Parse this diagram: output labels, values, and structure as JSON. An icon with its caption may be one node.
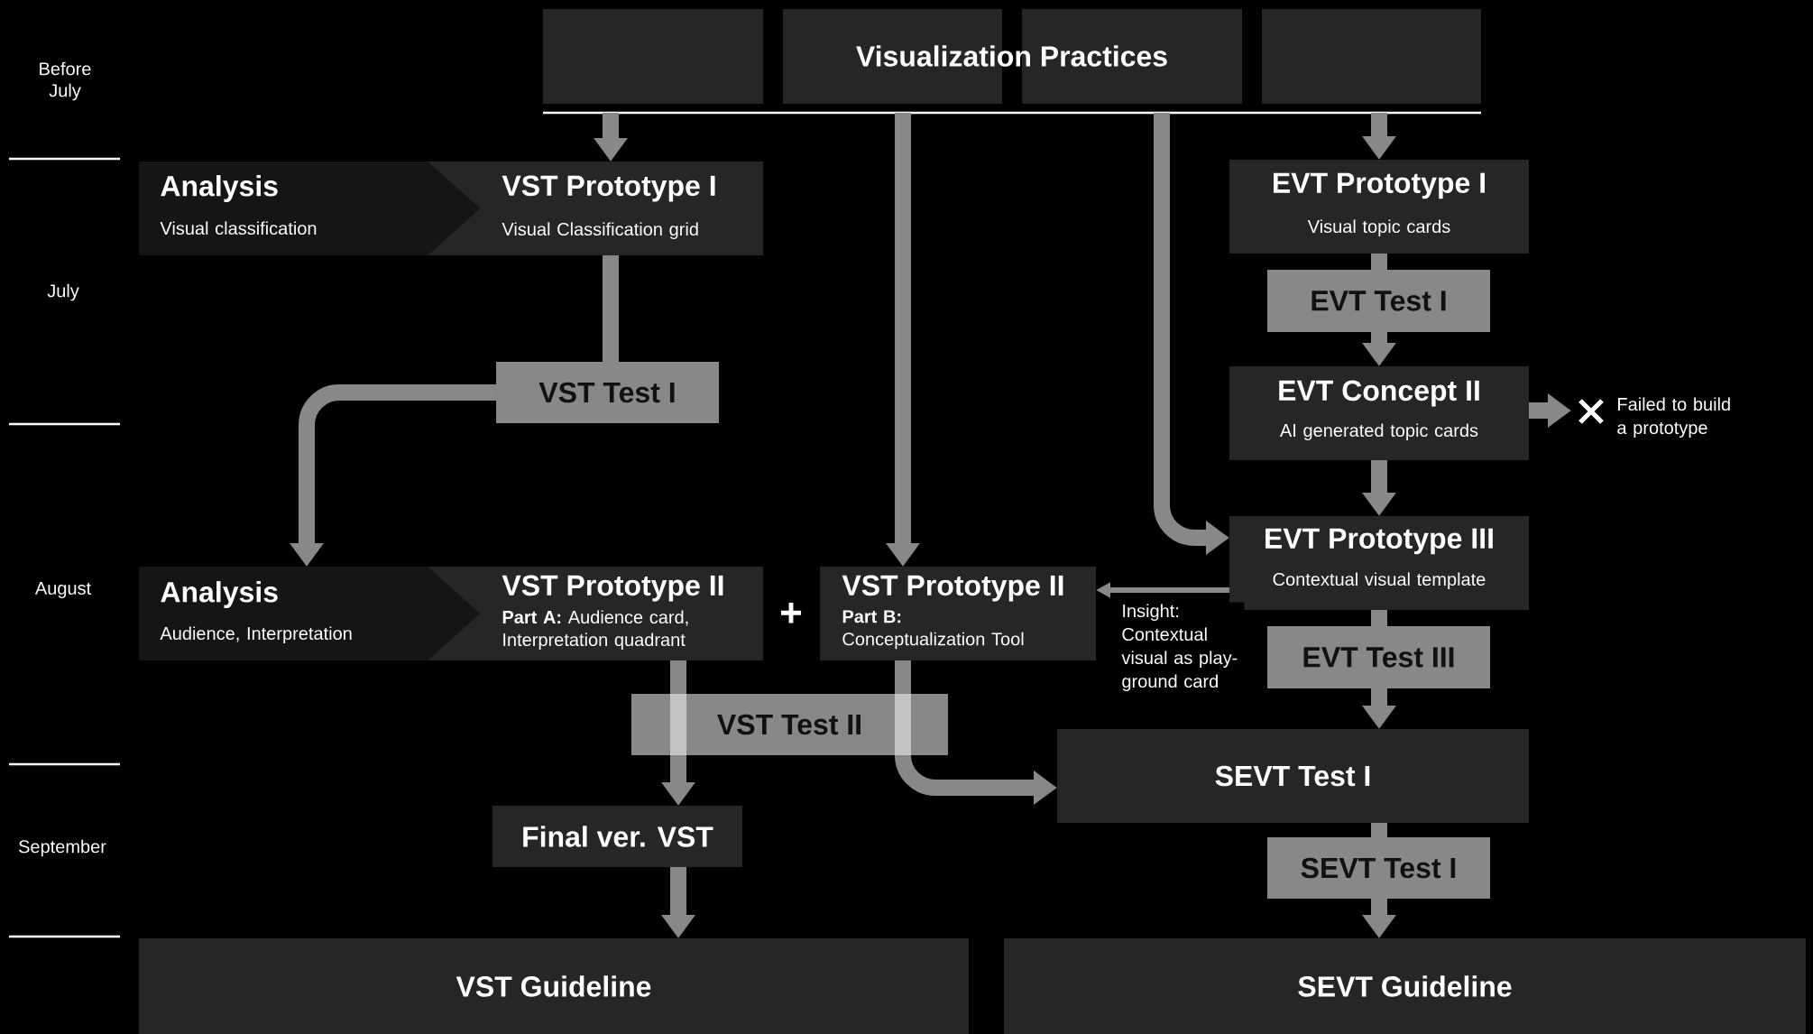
{
  "diagram": {
    "nodes": [
      {
        "text": [
          "Visualization Practices"
        ]
      },
      {
        "text": [],
        "shape": "box"
      },
      {
        "text": [],
        "shape": "box"
      },
      {
        "text": [],
        "shape": "box"
      },
      {
        "text": [],
        "shape": "box"
      },
      {
        "text": [
          "Analysis",
          "Visual classification"
        ]
      },
      {
        "text": [
          "VST Prototype I",
          "Visual Classification grid"
        ]
      },
      {
        "text": [
          "VST Test I"
        ]
      },
      {
        "text": [
          "EVT Prototype I",
          "Visual topic cards"
        ]
      },
      {
        "text": [
          "EVT Test I"
        ]
      },
      {
        "text": [
          "EVT Concept II",
          "AI generated topic cards"
        ]
      },
      {
        "text": [],
        "shape": "cross",
        "beside": [
          "Failed to build a prototype"
        ]
      },
      {
        "text": [
          "EVT Prototype III",
          "Contextual visual template"
        ]
      },
      {
        "text": [
          "Analysis",
          "Audience, Interpretation"
        ]
      },
      {
        "text": [
          "VST Prototype II",
          "**Part A:** Audience card, Interpretation quadrant"
        ]
      },
      {
        "text": [
          "VST Prototype II",
          "**Part B:** Conceptualization Tool"
        ]
      },
      {
        "text": [
          "EVT Test III"
        ]
      },
      {
        "text": [
          "VST Test II"
        ]
      },
      {
        "text": [
          "SEVT Test I"
        ]
      },
      {
        "text": [
          "Final ver. VST"
        ]
      },
      {
        "text": [
          "SEVT Test I"
        ]
      },
      {
        "text": [
          "VST Guideline"
        ]
      },
      {
        "text": [
          "SEVT Guideline"
        ]
      }
    ],
    "edges": [
      {
        "from": 0,
        "to": 6,
        "arrow": "to"
      },
      {
        "from": 0,
        "to": 15,
        "arrow": "to"
      },
      {
        "from": 0,
        "to": 12,
        "arrow": "to"
      },
      {
        "from": 0,
        "to": 8,
        "arrow": "to"
      },
      {
        "from": 6,
        "to": 7,
        "arrow": "none"
      },
      {
        "from": 7,
        "to": 13,
        "arrow": "to"
      },
      {
        "from": 8,
        "to": 9,
        "arrow": "none"
      },
      {
        "from": 9,
        "to": 10,
        "arrow": "to"
      },
      {
        "from": 10,
        "to": 11,
        "arrow": "to"
      },
      {
        "from": 10,
        "to": 12,
        "arrow": "to"
      },
      {
        "from": 12,
        "to": 16,
        "arrow": "none"
      },
      {
        "from": 16,
        "to": 18,
        "arrow": "to"
      },
      {
        "from": 12,
        "to": 15,
        "arrow": "to",
        "label": "Insight: Contextual visual as play-ground card"
      },
      {
        "from": 14,
        "to": 17,
        "arrow": "none"
      },
      {
        "from": 17,
        "to": 19,
        "arrow": "to"
      },
      {
        "from": 15,
        "to": 17,
        "arrow": "none"
      },
      {
        "from": 17,
        "to": 18,
        "arrow": "to"
      },
      {
        "from": 18,
        "to": 20,
        "arrow": "none"
      },
      {
        "from": 20,
        "to": 22,
        "arrow": "to"
      },
      {
        "from": 19,
        "to": 21,
        "arrow": "to"
      }
    ],
    "labels": [
      "Before July",
      "July",
      "August",
      "September",
      "+"
    ]
  }
}
